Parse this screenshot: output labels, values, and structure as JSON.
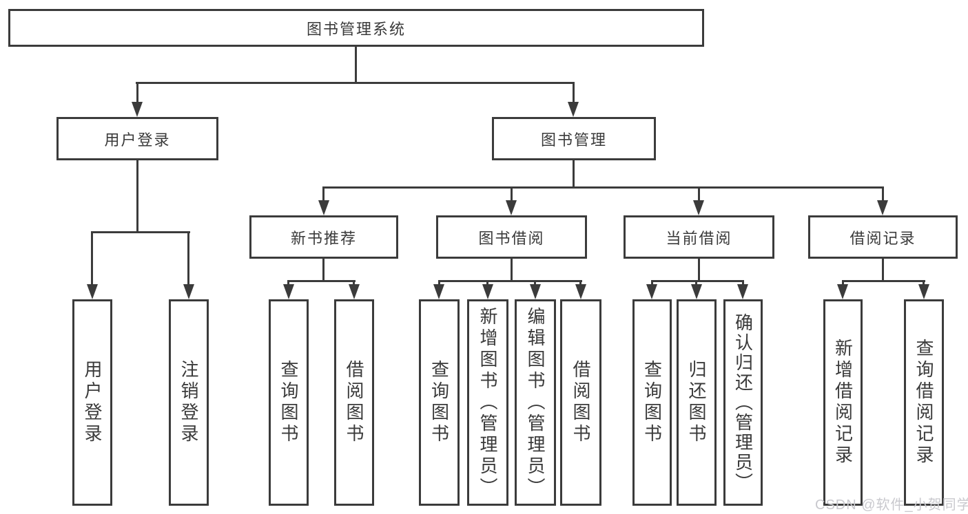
{
  "tree": {
    "root": {
      "label": "图书管理系统",
      "children": [
        {
          "label": "用户登录",
          "children": [
            {
              "label": "用户登录"
            },
            {
              "label": "注销登录"
            }
          ]
        },
        {
          "label": "图书管理",
          "children": [
            {
              "label": "新书推荐",
              "children": [
                {
                  "label": "查询图书"
                },
                {
                  "label": "借阅图书"
                }
              ]
            },
            {
              "label": "图书借阅",
              "children": [
                {
                  "label": "查询图书"
                },
                {
                  "label": "新增图书（管理员）"
                },
                {
                  "label": "编辑图书（管理员）"
                },
                {
                  "label": "借阅图书"
                }
              ]
            },
            {
              "label": "当前借阅",
              "children": [
                {
                  "label": "查询图书"
                },
                {
                  "label": "归还图书"
                },
                {
                  "label": "确认归还（管理员）"
                }
              ]
            },
            {
              "label": "借阅记录",
              "children": [
                {
                  "label": "新增借阅记录"
                },
                {
                  "label": "查询借阅记录"
                }
              ]
            }
          ]
        }
      ]
    }
  },
  "watermark": {
    "text": "CSDN @软件_小贺同学"
  },
  "colors": {
    "stroke": "#3b3b3b",
    "text": "#3a3a3a",
    "background": "#ffffff",
    "watermark": "#c9c9ce"
  }
}
